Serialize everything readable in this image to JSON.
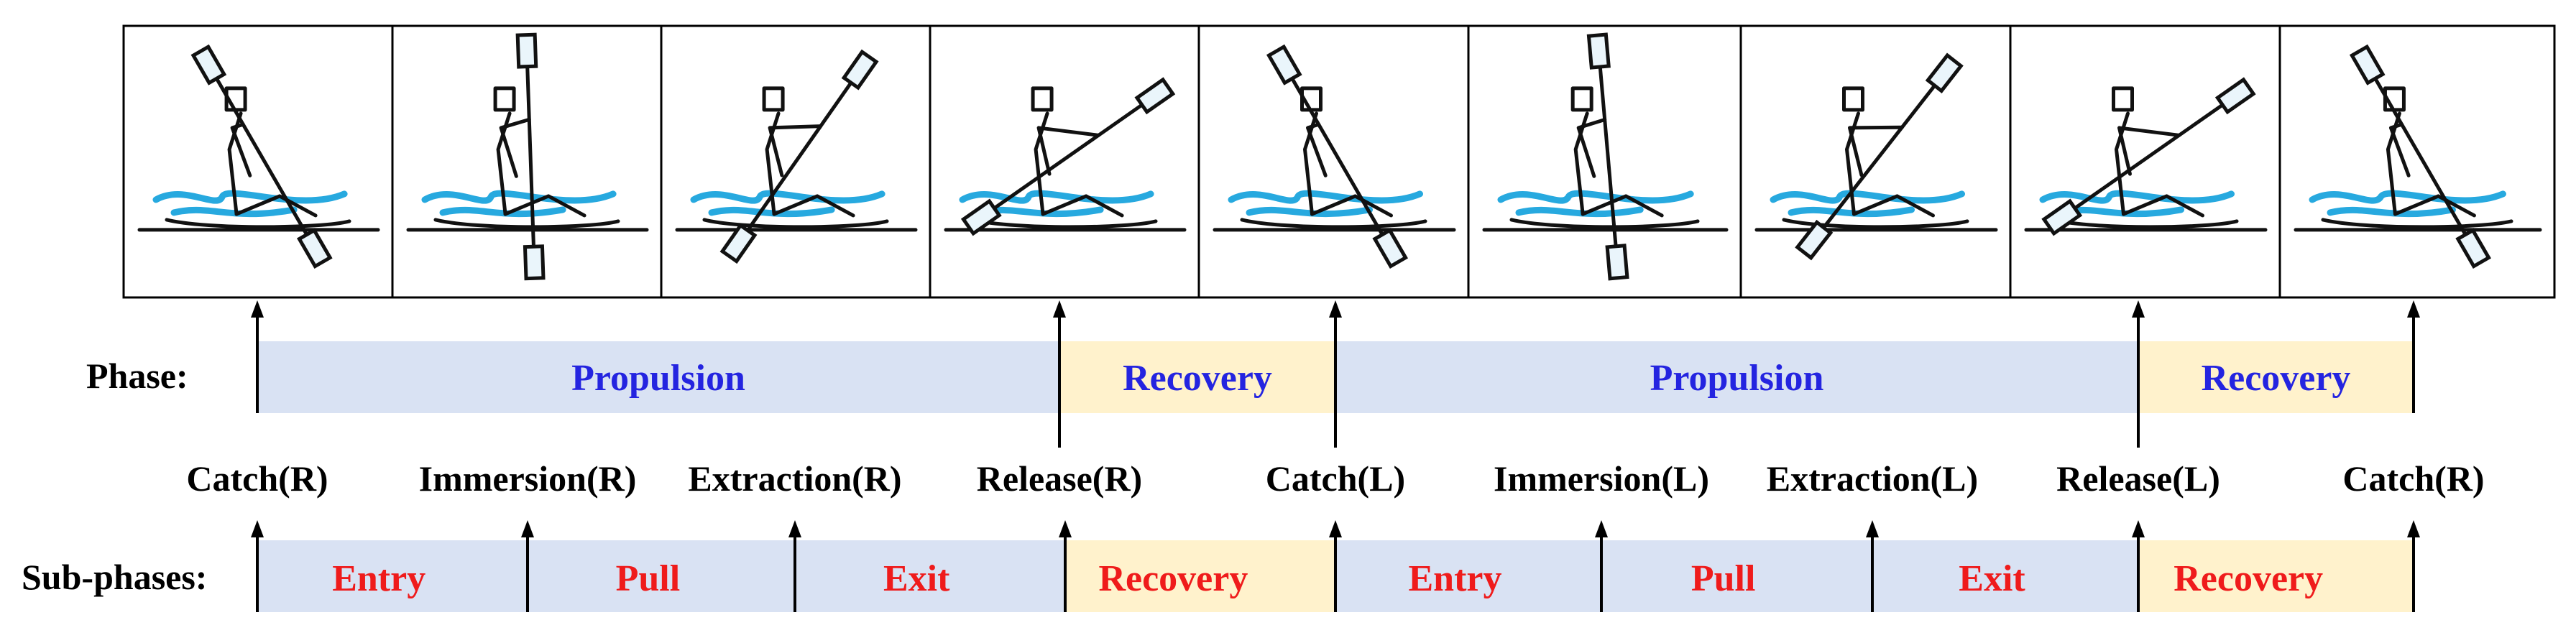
{
  "row_labels": {
    "phase": "Phase:",
    "subphase": "Sub-phases:"
  },
  "frames": [
    {
      "name": "catch-right",
      "paddle_angle": 30,
      "top_on_right": false
    },
    {
      "name": "immersion-right",
      "paddle_angle": 2,
      "top_on_right": false
    },
    {
      "name": "extraction-right",
      "paddle_angle": -35,
      "top_on_right": true
    },
    {
      "name": "release-right",
      "paddle_angle": -55,
      "top_on_right": true
    },
    {
      "name": "catch-left",
      "paddle_angle": 30,
      "top_on_right": false
    },
    {
      "name": "immersion-left",
      "paddle_angle": 5,
      "top_on_right": false
    },
    {
      "name": "extraction-left",
      "paddle_angle": -38,
      "top_on_right": true
    },
    {
      "name": "release-left",
      "paddle_angle": -55,
      "top_on_right": true
    },
    {
      "name": "catch-right-2",
      "paddle_angle": 30,
      "top_on_right": false
    }
  ],
  "events": [
    "Catch(R)",
    "Immersion(R)",
    "Extraction(R)",
    "Release(R)",
    "Catch(L)",
    "Immersion(L)",
    "Extraction(L)",
    "Release(L)",
    "Catch(R)"
  ],
  "phases": [
    {
      "label": "Propulsion",
      "kind": "propulsion"
    },
    {
      "label": "Recovery",
      "kind": "recovery"
    },
    {
      "label": "Propulsion",
      "kind": "propulsion"
    },
    {
      "label": "Recovery",
      "kind": "recovery"
    }
  ],
  "subphases": [
    {
      "label": "Entry",
      "kind": "propulsion"
    },
    {
      "label": "Pull",
      "kind": "propulsion"
    },
    {
      "label": "Exit",
      "kind": "propulsion"
    },
    {
      "label": "Recovery",
      "kind": "recovery"
    },
    {
      "label": "Entry",
      "kind": "propulsion"
    },
    {
      "label": "Pull",
      "kind": "propulsion"
    },
    {
      "label": "Exit",
      "kind": "propulsion"
    },
    {
      "label": "Recovery",
      "kind": "recovery"
    }
  ],
  "colors": {
    "propulsion_fill": "#d9e2f3",
    "recovery_fill": "#fff2cc",
    "phase_text": "#2424e0",
    "subphase_text": "#ef1b1b",
    "water": "#27a9df"
  }
}
